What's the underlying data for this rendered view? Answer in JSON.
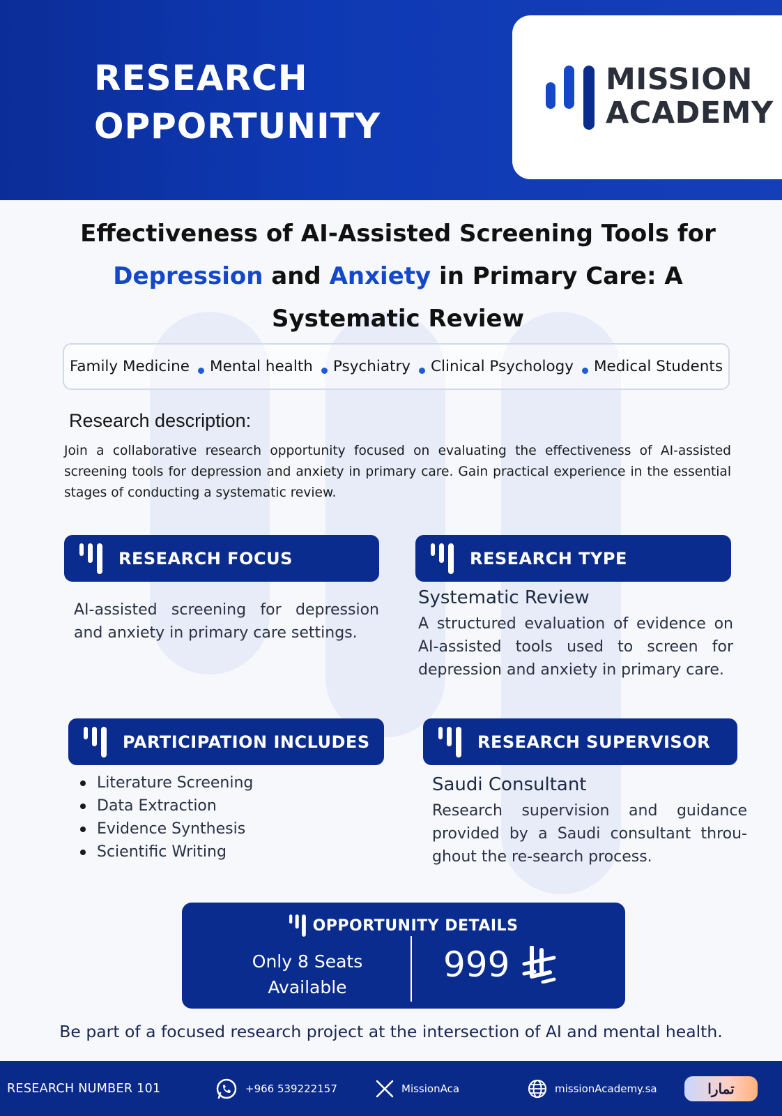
{
  "header": {
    "title_line1": "RESEARCH",
    "title_line2": "OPPORTUNITY",
    "logo_line1": "MISSION",
    "logo_line2": "ACADEMY"
  },
  "title": {
    "line1": "Effectiveness of AI-Assisted Screening Tools for",
    "highlight1": "Depression",
    "and": " and ",
    "highlight2": "Anxiety",
    "line2_rest": " in Primary Care: A",
    "line3": "Systematic Review"
  },
  "tags": [
    "Family Medicine",
    "Mental health",
    "Psychiatry",
    "Clinical Psychology",
    "Medical Students"
  ],
  "description": {
    "heading": "Research description:",
    "body": "Join a collaborative research opportunity focused on evaluating the effectiveness of AI-assisted screening tools for depression and anxiety in primary care. Gain practical experience in the essential stages of conducting a systematic review."
  },
  "focus": {
    "label": "RESEARCH FOCUS",
    "text": "AI-assisted screening for depression and anxiety in primary care settings."
  },
  "type": {
    "label": "RESEARCH TYPE",
    "heading": "Systematic Review",
    "text": "A structured evaluation of evidence on AI-assisted tools used to screen for depression and anxiety in primary care."
  },
  "participation": {
    "label": "PARTICIPATION INCLUDES",
    "items": [
      "Literature Screening",
      "Data Extraction",
      "Evidence Synthesis",
      "Scientific Writing"
    ]
  },
  "supervisor": {
    "label": "RESEARCH SUPERVISOR",
    "heading": "Saudi Consultant",
    "text": "Research supervision and guidance provided by a Saudi consultant throu-ghout the re-search process."
  },
  "details": {
    "label": "OPPORTUNITY DETAILS",
    "seats_line1": "Only 8 Seats",
    "seats_line2": "Available",
    "price": "999",
    "currency_icon": "saudi-riyal-icon"
  },
  "tagline": "Be part of a focused research project at the intersection of AI and mental health.",
  "footer": {
    "research_number": "RESEARCH NUMBER 101",
    "phone": "+966 539222157",
    "x_handle": "MissionAca",
    "website": "missionAcademy.sa",
    "brand_badge": "تمارا"
  },
  "colors": {
    "primary": "#0b2c8f",
    "accent": "#1547c9",
    "header": "#0e39b4"
  }
}
